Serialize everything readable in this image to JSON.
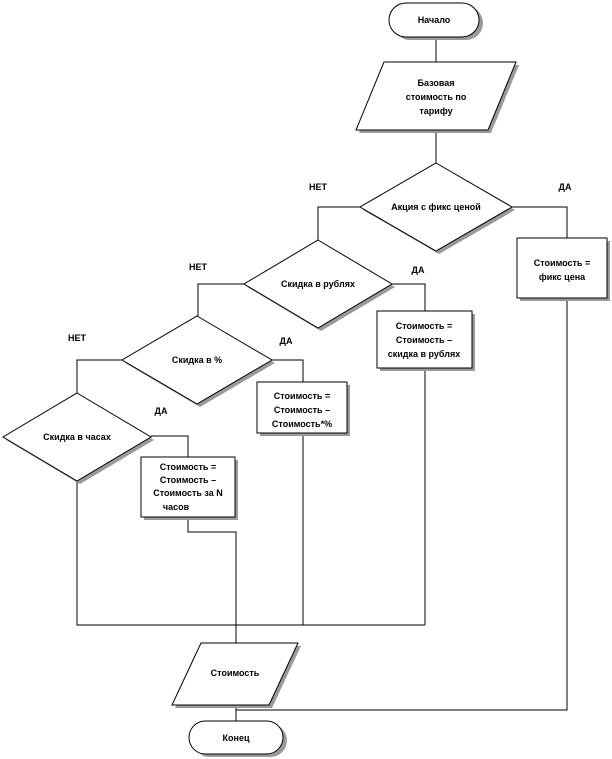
{
  "start": {
    "label": "Начало"
  },
  "base_cost": {
    "lines": [
      "Базовая",
      "стоимость по",
      "тарифу"
    ]
  },
  "decisions": {
    "promo": {
      "label": "Акция с фикс ценой",
      "yes": "ДА",
      "no": "НЕТ"
    },
    "rub": {
      "label": "Скидка в рублях",
      "yes": "ДА",
      "no": "НЕТ"
    },
    "pct": {
      "label": "Скидка в %",
      "yes": "ДА",
      "no": "НЕТ"
    },
    "hours": {
      "label": "Скидка в часах",
      "yes": "ДА"
    }
  },
  "processes": {
    "fixed": {
      "lines": [
        "Стоимость =",
        "фикс цена"
      ]
    },
    "rub": {
      "lines": [
        "Стоимость =",
        "Стоимость –",
        "скидка в рублях"
      ]
    },
    "pct": {
      "lines": [
        "Стоимость =",
        "Стоимость –",
        "Стоимость*%"
      ]
    },
    "hours": {
      "lines": [
        "Стоимость =",
        "Стоимость –",
        "Стоимость за N",
        "часов"
      ]
    }
  },
  "output": {
    "label": "Стоимость"
  },
  "end": {
    "label": "Конец"
  }
}
